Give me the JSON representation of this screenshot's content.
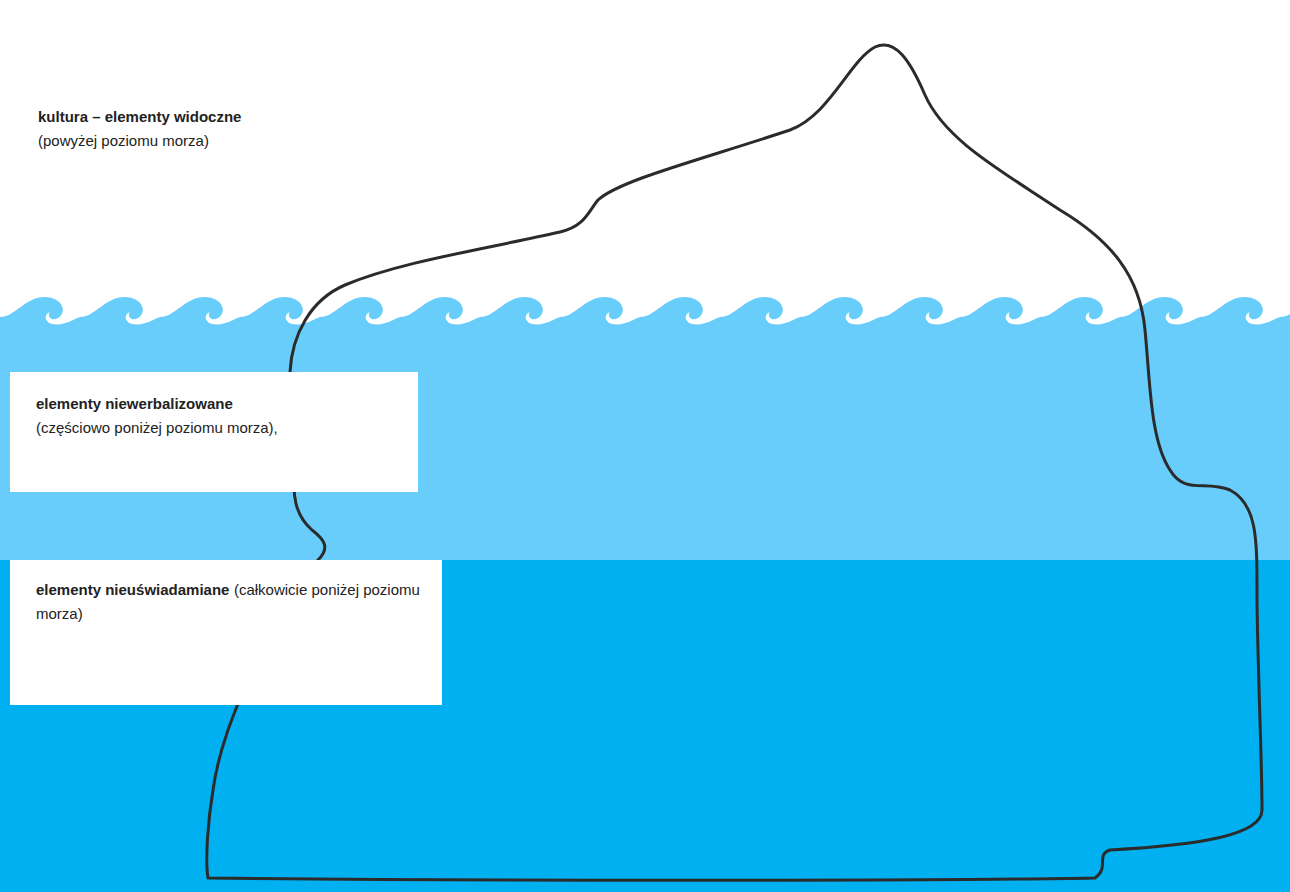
{
  "diagram": {
    "nodes": [
      {
        "text": [
          "elementy niewerbalizowane",
          "(częściowo poniżej poziomu morza),"
        ]
      },
      {
        "text": [
          "elementy nieuświadamiane",
          "(całkowicie poniżej poziomu morza)"
        ]
      }
    ],
    "labels": [
      "kultura – elementy widoczne",
      "(powyżej poziomu morza)"
    ]
  }
}
